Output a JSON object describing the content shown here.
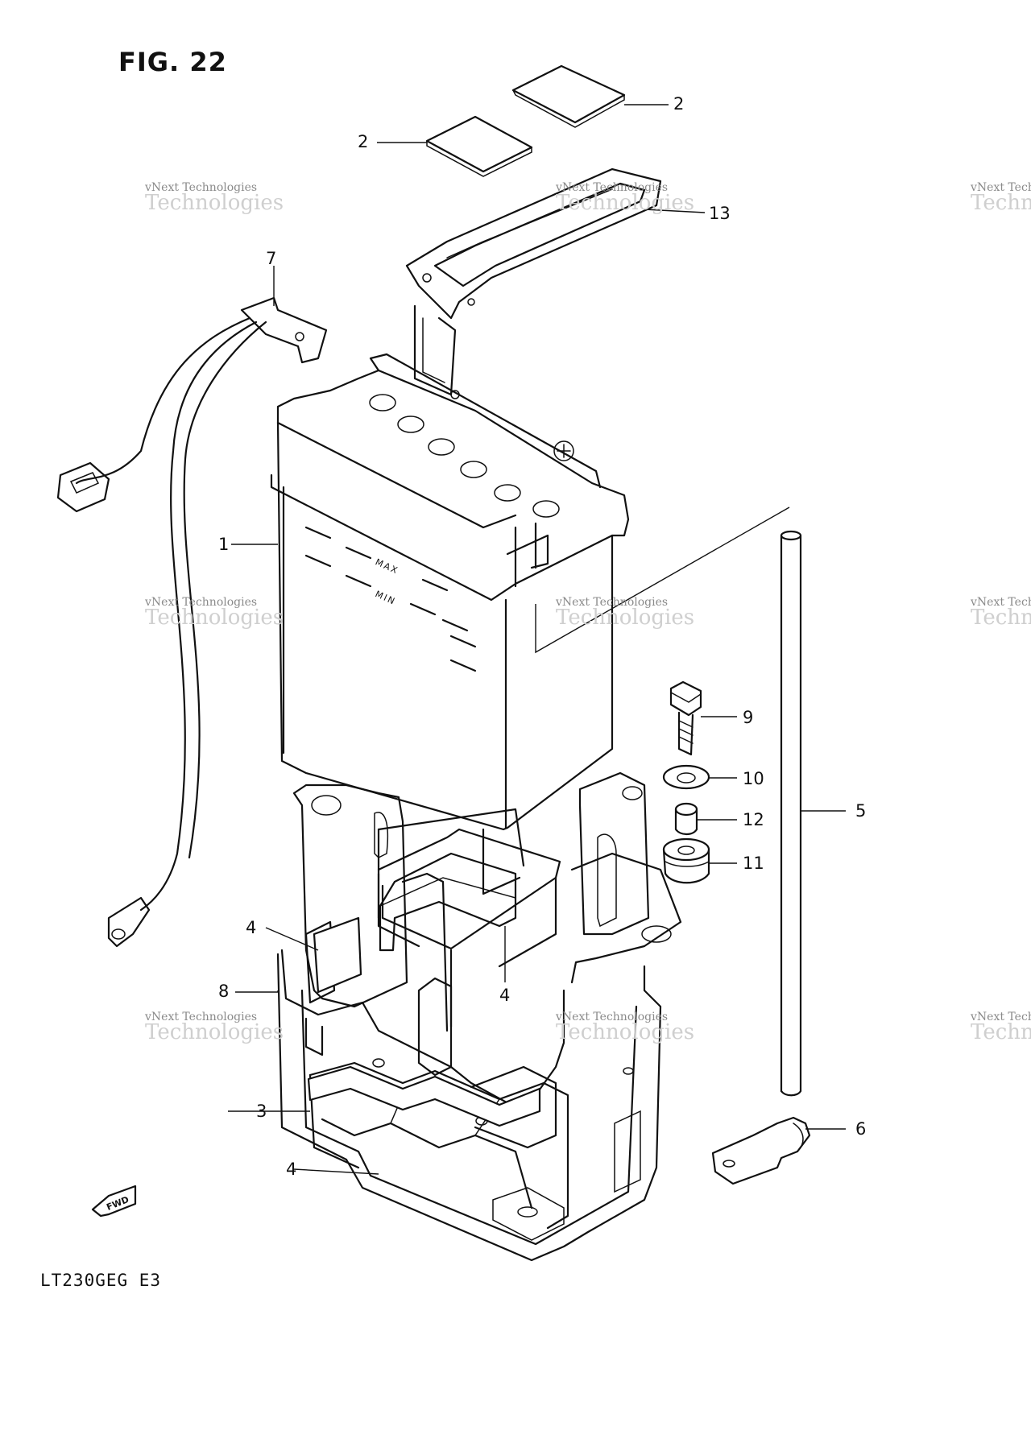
{
  "figure_title": "FIG. 22",
  "model_code": "LT230GEG  E3",
  "fwd_label": "FWD",
  "battery_marks": {
    "max": "MAX",
    "min": "MIN"
  },
  "watermark": {
    "line1": "vNext Technologies",
    "line2": "Technologies"
  },
  "callouts": [
    {
      "id": "c2a",
      "label": "2"
    },
    {
      "id": "c2b",
      "label": "2"
    },
    {
      "id": "c13",
      "label": "13"
    },
    {
      "id": "c7",
      "label": "7"
    },
    {
      "id": "c1",
      "label": "1"
    },
    {
      "id": "c9",
      "label": "9"
    },
    {
      "id": "c10",
      "label": "10"
    },
    {
      "id": "c12",
      "label": "12"
    },
    {
      "id": "c11",
      "label": "11"
    },
    {
      "id": "c5",
      "label": "5"
    },
    {
      "id": "c4a",
      "label": "4"
    },
    {
      "id": "c4b",
      "label": "4"
    },
    {
      "id": "c8",
      "label": "8"
    },
    {
      "id": "c3",
      "label": "3"
    },
    {
      "id": "c6",
      "label": "6"
    },
    {
      "id": "c4c",
      "label": "4"
    }
  ]
}
